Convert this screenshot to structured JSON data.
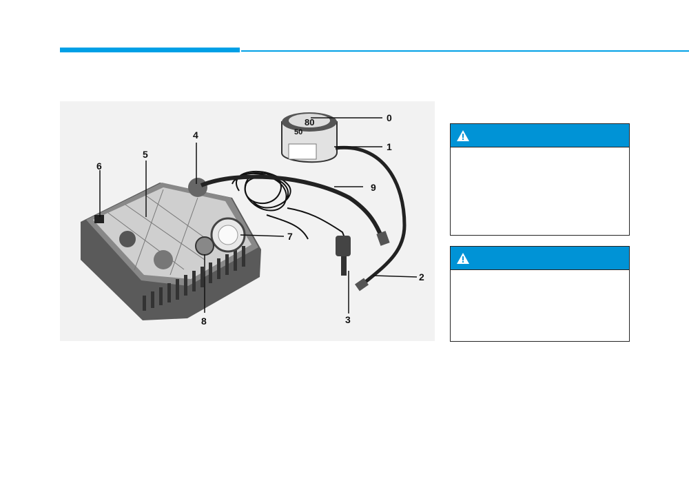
{
  "colors": {
    "accent": "#00a0e6",
    "warning_bar": "#0093d6"
  },
  "figure": {
    "callouts": [
      "0",
      "1",
      "2",
      "3",
      "4",
      "5",
      "6",
      "7",
      "8",
      "9"
    ],
    "sealant_label": {
      "big": "80",
      "small": "50"
    }
  },
  "warnings": [
    {
      "icon": "warning-triangle-icon"
    },
    {
      "icon": "warning-triangle-icon"
    }
  ]
}
